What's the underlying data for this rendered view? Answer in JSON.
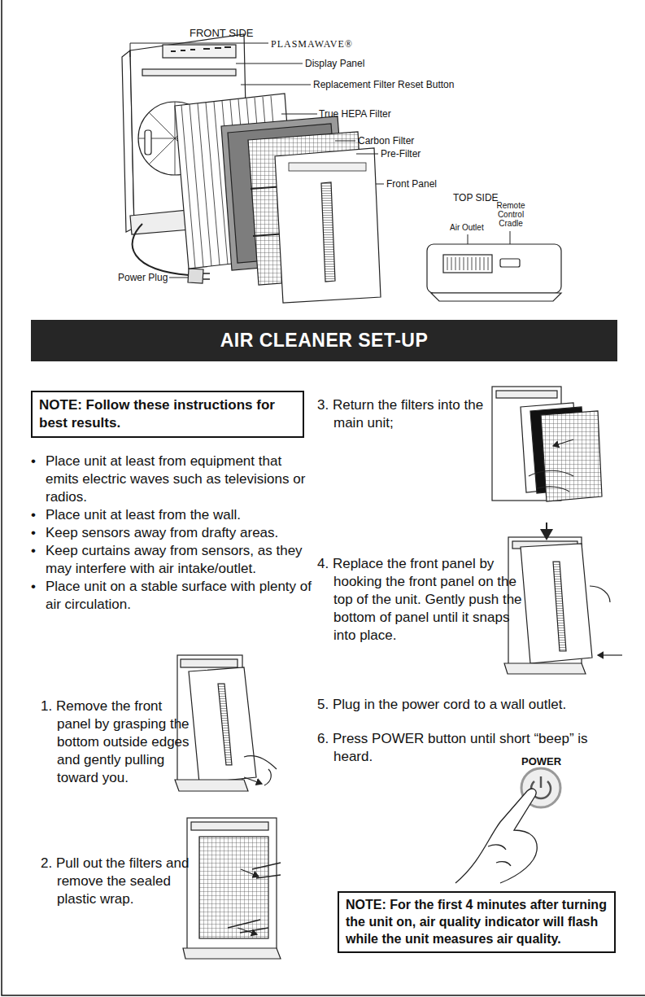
{
  "diagram": {
    "title": "AIR CLEANER SET-UP",
    "nodes": [
      {
        "text": [
          "NOTE: Follow these instructions for best results."
        ]
      },
      {
        "text": [
          "NOTE: For the first 4 minutes after turning the unit on, air quality indicator will flash while the unit measures air quality."
        ]
      }
    ],
    "labels": [
      "FRONT SIDE",
      "PLASMAWAVE®",
      "Display Panel",
      "Replacement Filter Reset Button",
      "True HEPA Filter",
      "Carbon Filter",
      "Pre-Filter",
      "Front Panel",
      "TOP SIDE",
      "Remote Control Cradle",
      "Air Outlet",
      "Power Plug",
      "•",
      "Place unit at least from equipment that emits electric waves such as televisions or radios.",
      "•",
      "Place unit at least from the wall.",
      "•",
      "Keep sensors away from drafty areas.",
      "•",
      "Keep curtains away from sensors, as they may interfere with air intake/outlet.",
      "•",
      "Place unit on a stable surface with plenty of air circulation.",
      "1. Remove the front panel by grasping the bottom outside edges and gently pulling toward you.",
      "2. Pull out the filters and remove the sealed plastic wrap.",
      "3. Return the filters into the main unit;",
      "4. Replace the front panel by hooking the front panel on the top of the unit. Gently push the bottom of panel until it snaps into place.",
      "5. Plug in the power cord to a wall outlet.",
      "6. Press POWER button until short “beep” is heard.",
      "POWER"
    ]
  }
}
